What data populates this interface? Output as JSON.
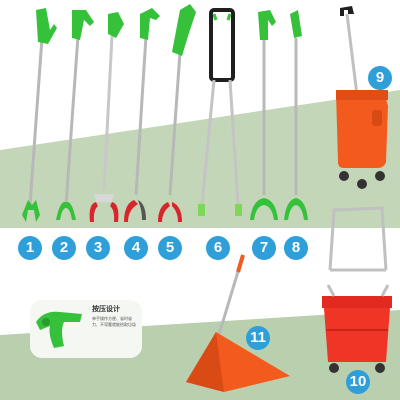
{
  "products": [
    {
      "number": "1",
      "tool": "grabber with green jaw tips"
    },
    {
      "number": "2",
      "tool": "grabber with green claw"
    },
    {
      "number": "3",
      "tool": "grabber with red claw"
    },
    {
      "number": "4",
      "tool": "grabber with red claw"
    },
    {
      "number": "5",
      "tool": "grabber with red claw"
    },
    {
      "number": "6",
      "tool": "tong pickup tool"
    },
    {
      "number": "7",
      "tool": "grabber with green claw"
    },
    {
      "number": "8",
      "tool": "grabber with green claw"
    },
    {
      "number": "9",
      "tool": "orange rolling bin"
    },
    {
      "number": "10",
      "tool": "red folding cart bin"
    },
    {
      "number": "11",
      "tool": "orange dustpan"
    }
  ],
  "inset": {
    "title": "按压设计",
    "text": "单手操作方便、省时省力、不弯腰就能拾取垃圾"
  },
  "colors": {
    "badge": "#2e9fd8",
    "accent_green": "#35c23a",
    "accent_red": "#d6262b",
    "bin_orange": "#f25a1e",
    "band_green": "#c3d6b8"
  }
}
